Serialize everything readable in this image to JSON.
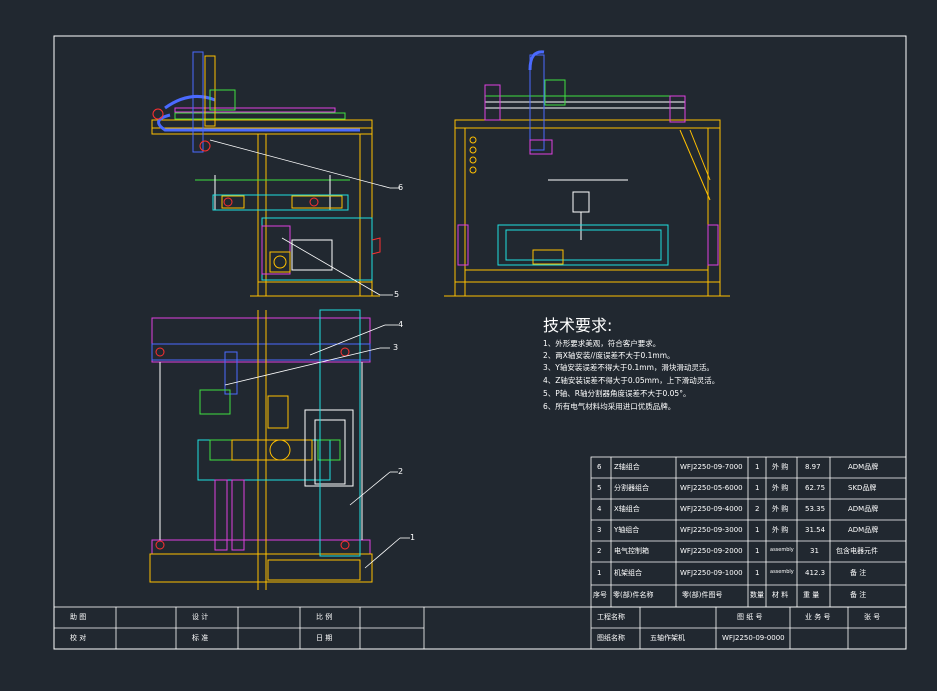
{
  "tech_requirements": {
    "title": "技术要求:",
    "items": [
      "1、外形要求美观，符合客户要求。",
      "2、两X轴安装//度误差不大于0.1mm。",
      "3、Y轴安装误差不得大于0.1mm，滑块滑动灵活。",
      "4、Z轴安装误差不得大于0.05mm，上下滑动灵活。",
      "5、P轴、R轴分割器角度误差不大于0.05°。",
      "6、所有电气材料均采用进口优质品牌。"
    ]
  },
  "callouts": [
    "6",
    "5",
    "4",
    "3",
    "2",
    "1"
  ],
  "bom": {
    "rows": [
      {
        "no": "6",
        "name": "Z轴组合",
        "code": "WFJ2250-09-7000",
        "qty": "1",
        "material": "外 购",
        "weight": "8.97",
        "note": "ADM品牌"
      },
      {
        "no": "5",
        "name": "分割器组合",
        "code": "WFJ2250-05-6000",
        "qty": "1",
        "material": "外 购",
        "weight": "62.75",
        "note": "SKD品牌"
      },
      {
        "no": "4",
        "name": "X轴组合",
        "code": "WFJ2250-09-4000",
        "qty": "2",
        "material": "外 购",
        "weight": "53.35",
        "note": "ADM品牌"
      },
      {
        "no": "3",
        "name": "Y轴组合",
        "code": "WFJ2250-09-3000",
        "qty": "1",
        "material": "外 购",
        "weight": "31.54",
        "note": "ADM品牌"
      },
      {
        "no": "2",
        "name": "电气控制箱",
        "code": "WFJ2250-09-2000",
        "qty": "1",
        "material": "assembly",
        "weight": "31",
        "note": "包含电器元件"
      },
      {
        "no": "1",
        "name": "机架组合",
        "code": "WFJ2250-09-1000",
        "qty": "1",
        "material": "assembly",
        "weight": "412.3",
        "note": "备 注"
      }
    ],
    "header": {
      "no": "序号",
      "name": "零(部)件名称",
      "code": "零(部)件图号",
      "qty": "数量",
      "material": "材 料",
      "weight": "重 量",
      "note": "备 注"
    }
  },
  "title_block": {
    "left": {
      "row1": [
        "助 图",
        "设 计",
        "比 例"
      ],
      "row2": [
        "校 对",
        "标 准",
        "日 期"
      ]
    },
    "right": {
      "project_label": "工程名称",
      "drawing_no_label": "图 纸 号",
      "business_no_label": "业 务 号",
      "page_label": "张 号",
      "drawing_name_label": "图纸名称",
      "drawing_name": "五轴作架机",
      "drawing_code": "WFJ2250-09-0000"
    }
  },
  "colors": {
    "background": "#212830",
    "frame": "#ffffff",
    "yellow": "#ffc000",
    "cyan": "#20e0e0",
    "magenta": "#e040e0",
    "green": "#40e040",
    "red": "#ff3030",
    "blue": "#4a6aff"
  }
}
